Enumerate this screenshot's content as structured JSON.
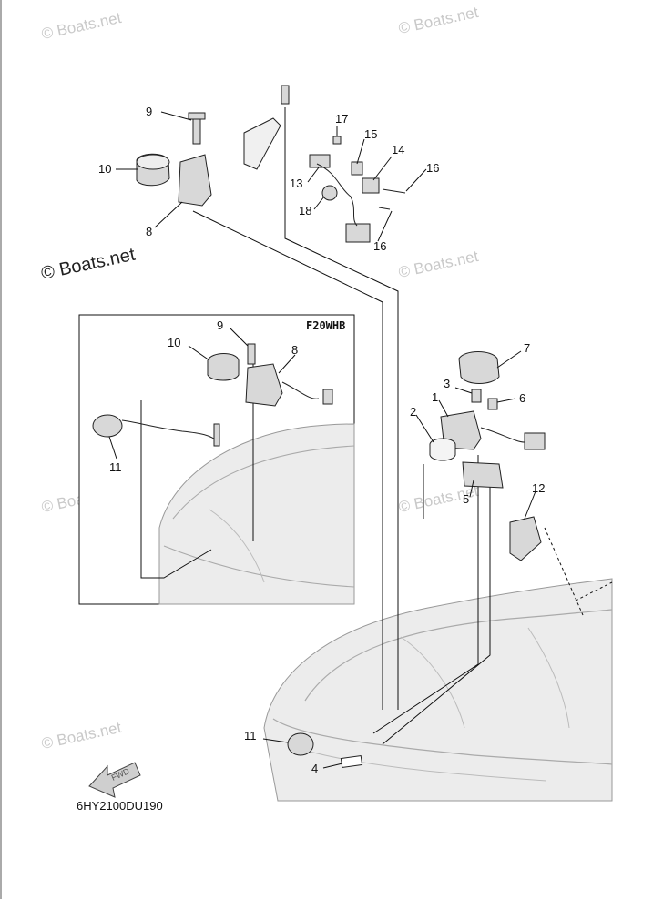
{
  "watermark": "© Boats.net",
  "inset_label": "F20WHB",
  "diagram_code": "6HY2100DU190",
  "fwd_label": "FWD",
  "callouts": {
    "c1": "1",
    "c2": "2",
    "c3": "3",
    "c4": "4",
    "c5": "5",
    "c6": "6",
    "c7": "7",
    "c8": "8",
    "c9": "9",
    "c10": "10",
    "c11": "11",
    "c12": "12",
    "c13": "13",
    "c14": "14",
    "c15": "15",
    "c16": "16",
    "c17": "17",
    "c18": "18",
    "i8": "8",
    "i9": "9",
    "i10": "10",
    "i11": "11",
    "b11": "11",
    "b16": "16"
  },
  "colors": {
    "line": "#111111",
    "part_fill": "#d8d8d8",
    "cowl_fill": "#ececec",
    "watermark": "#c9c9c9"
  }
}
